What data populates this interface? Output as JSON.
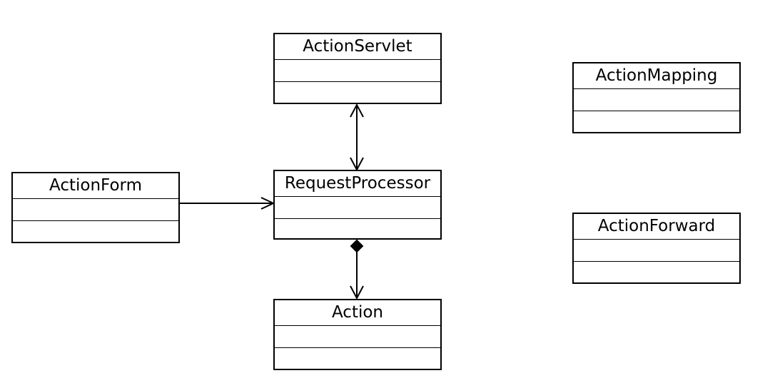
{
  "diagram": {
    "classes": {
      "action_servlet": {
        "name": "ActionServlet"
      },
      "action_mapping": {
        "name": "ActionMapping"
      },
      "action_form": {
        "name": "ActionForm"
      },
      "request_processor": {
        "name": "RequestProcessor"
      },
      "action_forward": {
        "name": "ActionForward"
      },
      "action": {
        "name": "Action"
      }
    },
    "relationships": [
      {
        "from": "ActionServlet",
        "to": "RequestProcessor",
        "type": "bidirectional-association"
      },
      {
        "from": "ActionForm",
        "to": "RequestProcessor",
        "type": "directed-association"
      },
      {
        "from": "RequestProcessor",
        "to": "Action",
        "type": "composition"
      }
    ]
  }
}
